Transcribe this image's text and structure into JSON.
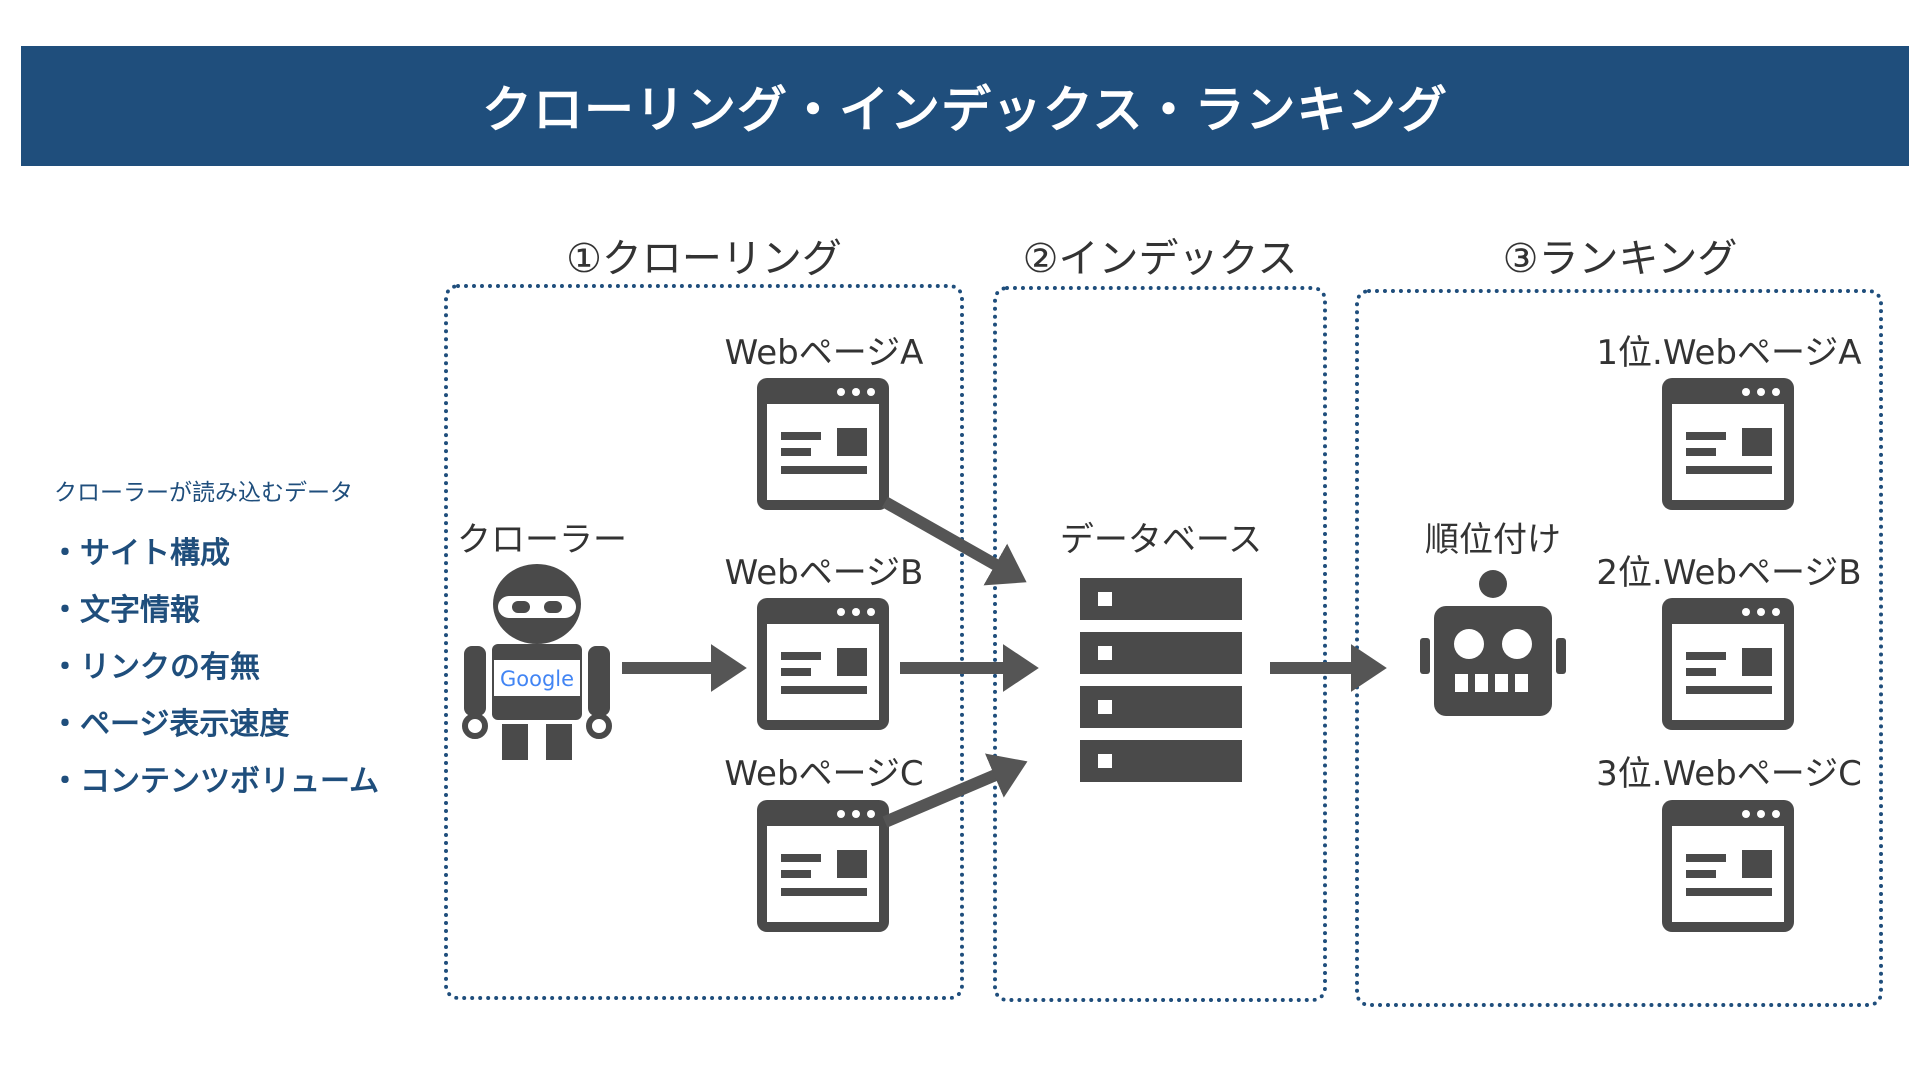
{
  "header": {
    "title": "クローリング・インデックス・ランキング"
  },
  "side": {
    "caption": "クローラーが読み込むデータ",
    "items": [
      "・サイト構成",
      "・文字情報",
      "・リンクの有無",
      "・ページ表示速度",
      "・コンテンツボリューム"
    ]
  },
  "sections": {
    "crawl": {
      "heading": "①クローリング",
      "crawler_label": "クローラー",
      "crawler_logo": "Google",
      "pages": [
        "WebページA",
        "WebページB",
        "WebページC"
      ]
    },
    "index": {
      "heading": "②インデックス",
      "db_label": "データベース"
    },
    "rank": {
      "heading": "③ランキング",
      "robot_label": "順位付け",
      "pages": [
        "1位.WebページA",
        "2位.WebページB",
        "3位.WebページC"
      ]
    }
  },
  "icons": {
    "crawler": "ninja-robot-icon",
    "page": "browser-window-icon",
    "database": "server-rack-icon",
    "ranker": "robot-head-icon",
    "arrow": "arrow-right-icon"
  },
  "colors": {
    "banner": "#1f4e7c",
    "accent_text": "#1f4e7c",
    "icon": "#4a4a4a",
    "arrow": "#555555"
  }
}
